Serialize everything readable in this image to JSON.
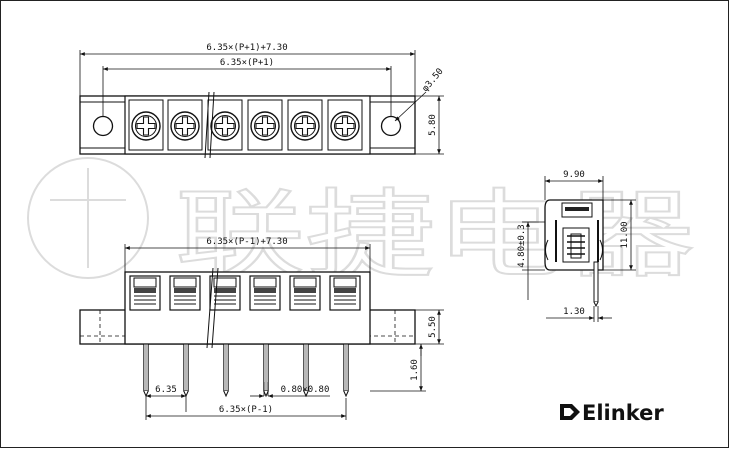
{
  "dimensions": {
    "top_overall": "6.35×(P+1)+7.30",
    "top_pitch": "6.35×(P+1)",
    "hole_diameter": "φ3.50",
    "top_height": "5.80",
    "side_width": "9.90",
    "side_inner": "4.80±0.3",
    "side_height": "11.00",
    "side_pin": "1.30",
    "front_overall": "6.35×(P-1)+7.30",
    "front_height": "5.50",
    "pin_len": "1.60",
    "pitch": "6.35",
    "pin_size": "0.80×0.80",
    "pins_span": "6.35×(P-1)"
  },
  "watermark": "联捷电器",
  "logo": {
    "brand": "Elinker"
  },
  "colors": {
    "line": "#111111",
    "watermark": "#dcdcdc"
  },
  "icons": {
    "logo_mark": "elinker-logo-icon"
  }
}
